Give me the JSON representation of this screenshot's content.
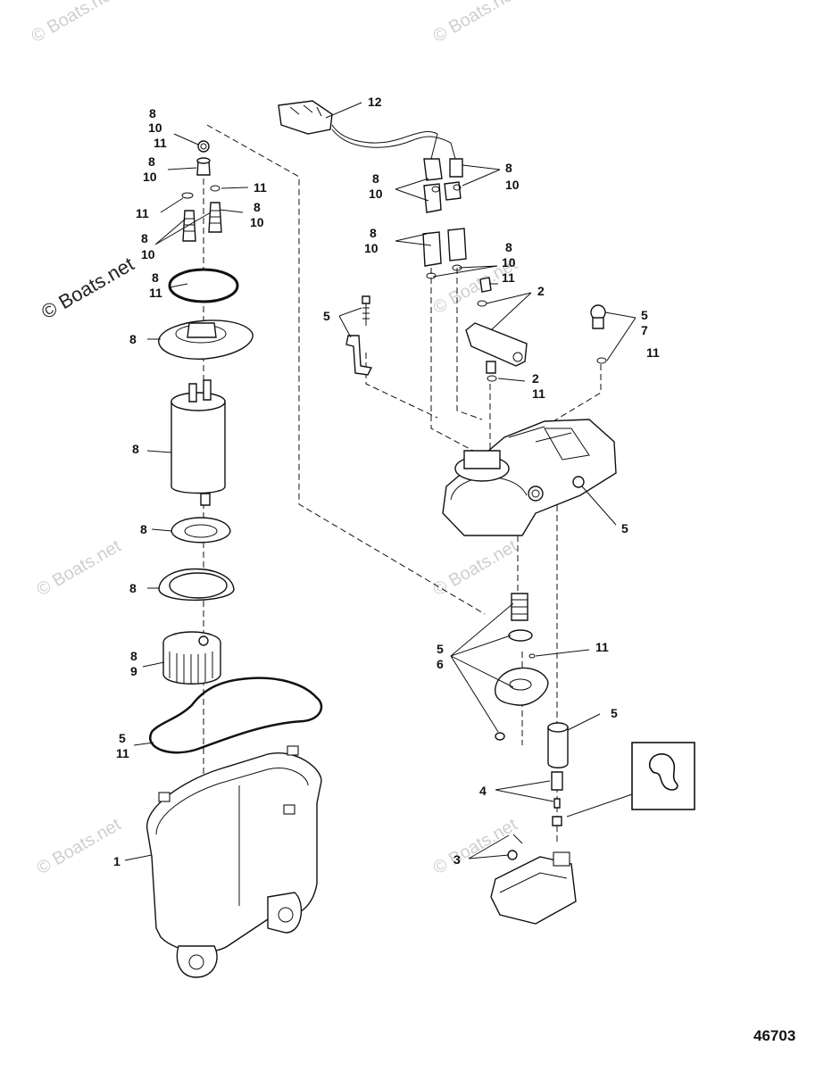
{
  "figure_number": "46703",
  "watermark": "© Boats.net",
  "callouts": [
    {
      "id": "c1",
      "text": "8"
    },
    {
      "id": "c2",
      "text": "10"
    },
    {
      "id": "c3",
      "text": "11"
    },
    {
      "id": "c4",
      "text": "8"
    },
    {
      "id": "c5",
      "text": "10"
    },
    {
      "id": "c6",
      "text": "11"
    },
    {
      "id": "c7",
      "text": "11"
    },
    {
      "id": "c8",
      "text": "8"
    },
    {
      "id": "c9",
      "text": "10"
    },
    {
      "id": "c10",
      "text": "8"
    },
    {
      "id": "c11",
      "text": "10"
    },
    {
      "id": "c12",
      "text": "8"
    },
    {
      "id": "c13",
      "text": "11"
    },
    {
      "id": "c14",
      "text": "8"
    },
    {
      "id": "c15",
      "text": "8"
    },
    {
      "id": "c16",
      "text": "8"
    },
    {
      "id": "c17",
      "text": "8"
    },
    {
      "id": "c18",
      "text": "8"
    },
    {
      "id": "c19",
      "text": "9"
    },
    {
      "id": "c20",
      "text": "5"
    },
    {
      "id": "c21",
      "text": "11"
    },
    {
      "id": "c22",
      "text": "1"
    },
    {
      "id": "c23",
      "text": "12"
    },
    {
      "id": "c24",
      "text": "8"
    },
    {
      "id": "c25",
      "text": "10"
    },
    {
      "id": "c26",
      "text": "8"
    },
    {
      "id": "c27",
      "text": "10"
    },
    {
      "id": "c28",
      "text": "8"
    },
    {
      "id": "c29",
      "text": "10"
    },
    {
      "id": "c30",
      "text": "8"
    },
    {
      "id": "c31",
      "text": "10"
    },
    {
      "id": "c32",
      "text": "11"
    },
    {
      "id": "c33",
      "text": "2"
    },
    {
      "id": "c34",
      "text": "5"
    },
    {
      "id": "c35",
      "text": "5"
    },
    {
      "id": "c36",
      "text": "7"
    },
    {
      "id": "c37",
      "text": "11"
    },
    {
      "id": "c38",
      "text": "2"
    },
    {
      "id": "c39",
      "text": "11"
    },
    {
      "id": "c40",
      "text": "5"
    },
    {
      "id": "c41",
      "text": "11"
    },
    {
      "id": "c42",
      "text": "5"
    },
    {
      "id": "c43",
      "text": "6"
    },
    {
      "id": "c44",
      "text": "5"
    },
    {
      "id": "c45",
      "text": "4"
    },
    {
      "id": "c46",
      "text": "3"
    }
  ]
}
